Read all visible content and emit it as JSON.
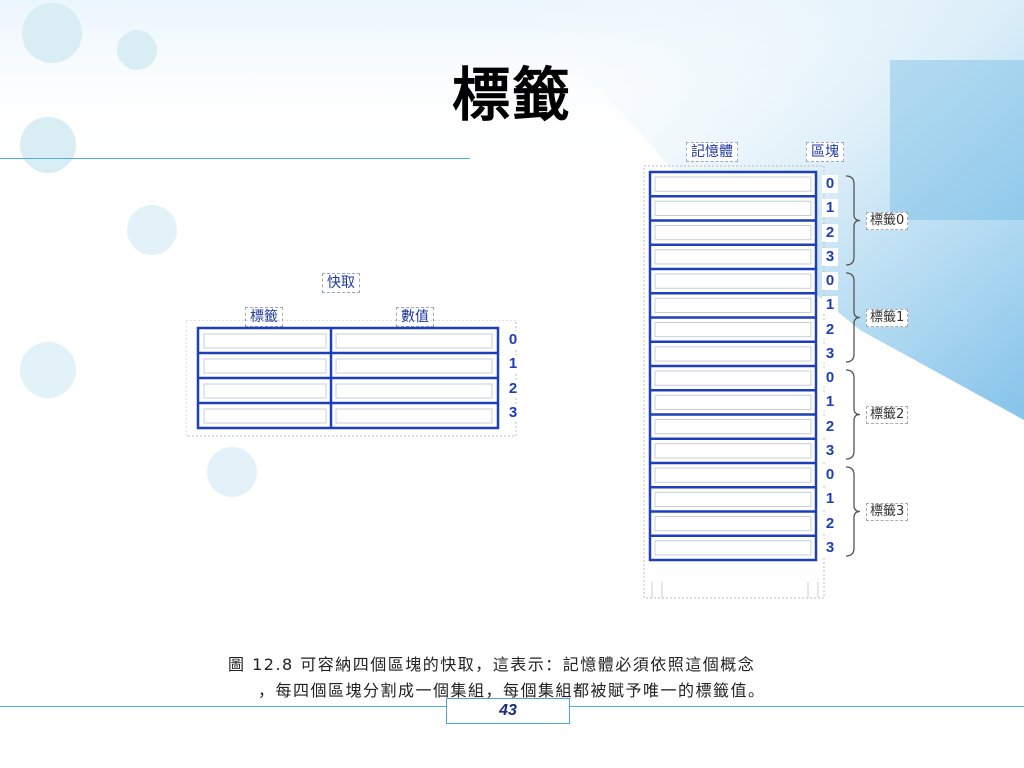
{
  "title": "標籤",
  "cache": {
    "label": "快取",
    "col_tag": "標籤",
    "col_value": "數值",
    "rows": [
      "0",
      "1",
      "2",
      "3"
    ]
  },
  "memory": {
    "label": "記憶體",
    "block_label": "區塊",
    "blocks": [
      "0",
      "1",
      "2",
      "3",
      "0",
      "1",
      "2",
      "3",
      "0",
      "1",
      "2",
      "3",
      "0",
      "1",
      "2",
      "3"
    ],
    "tags": [
      "標籤0",
      "標籤1",
      "標籤2",
      "標籤3"
    ]
  },
  "caption": {
    "line1": "圖 12.8 可容納四個區塊的快取，這表示：記憶體必須依照這個概念",
    "line2": "，每四個區塊分割成一個集組，每個集組都被賦予唯一的標籤值。"
  },
  "page_number": "43",
  "colors": {
    "accent": "#1d3fb8",
    "line": "#4fb3d9"
  }
}
